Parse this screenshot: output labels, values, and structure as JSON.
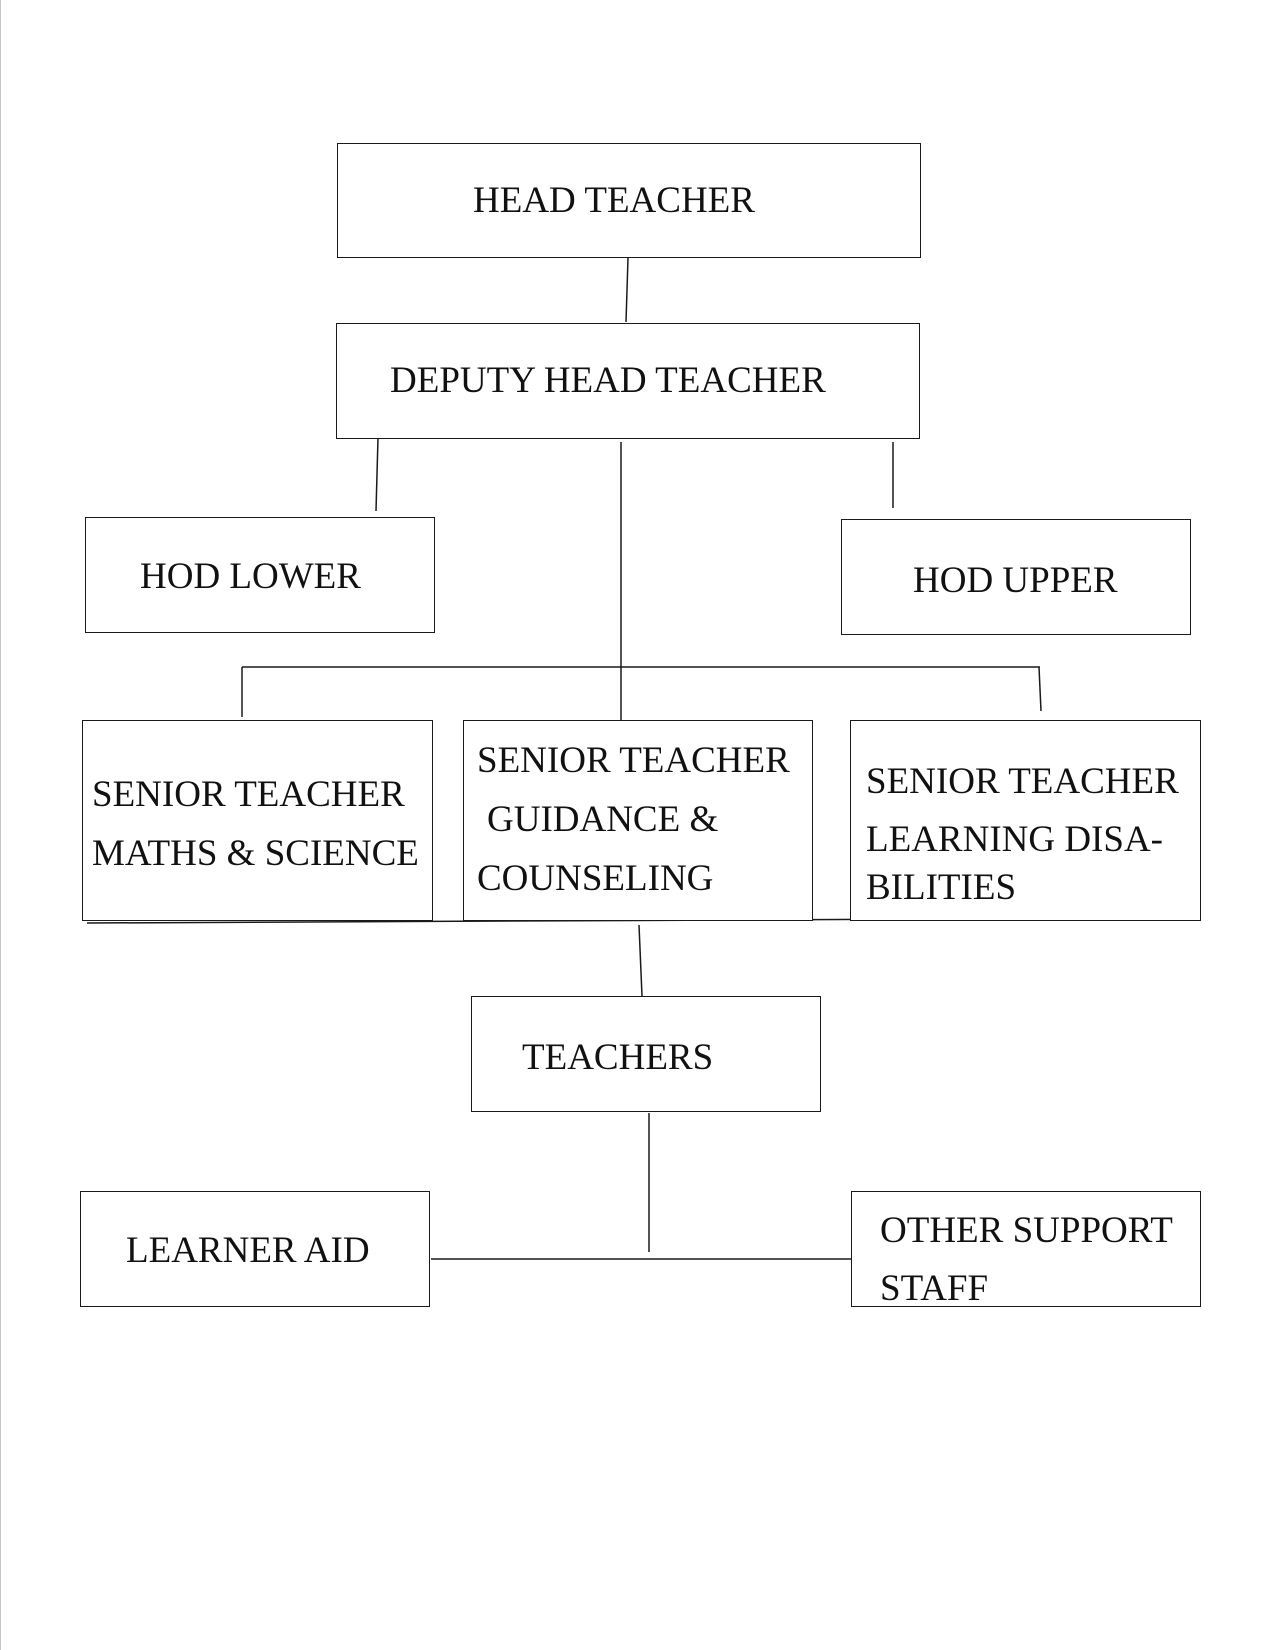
{
  "nodes": {
    "head_teacher": "HEAD TEACHER",
    "deputy_head_teacher": "DEPUTY HEAD TEACHER",
    "hod_lower": "HOD LOWER",
    "hod_upper": "HOD UPPER",
    "senior_maths": [
      "SENIOR TEACHER",
      "MATHS & SCIENCE"
    ],
    "senior_guidance": [
      "SENIOR TEACHER",
      "GUIDANCE &",
      "COUNSELING"
    ],
    "senior_learning": [
      "SENIOR TEACHER",
      "LEARNING DISA-",
      "BILITIES"
    ],
    "teachers": "TEACHERS",
    "learner_aid": "LEARNER AID",
    "other_support": [
      "OTHER SUPPORT",
      "STAFF"
    ]
  },
  "colors": {
    "line": "#1a1a1a",
    "text": "#111111",
    "background": "#ffffff"
  }
}
